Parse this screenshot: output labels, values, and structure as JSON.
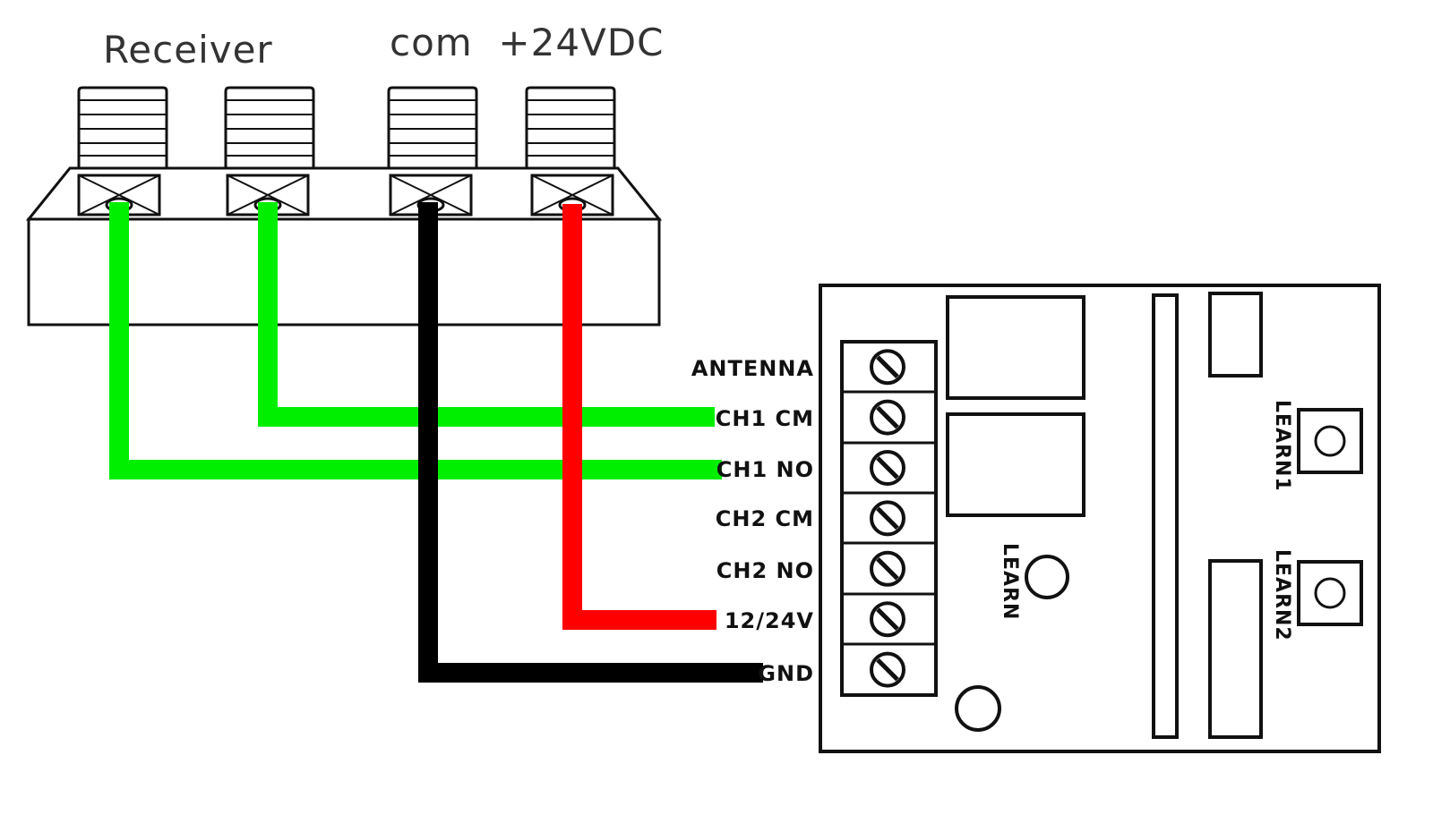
{
  "labels": {
    "receiver": "Receiver",
    "com_power": "com  +24VDC"
  },
  "board": {
    "terminals": [
      "ANTENNA",
      "CH1 CM",
      "CH1 NO",
      "CH2 CM",
      "CH2 NO",
      "12/24V",
      "GND"
    ],
    "learn": "LEARN",
    "learn1": "LEARN1",
    "learn2": "LEARN2"
  },
  "wires": [
    {
      "from": "receiver-terminal-1",
      "to": "CH1 NO",
      "color": "#00ee00"
    },
    {
      "from": "receiver-terminal-2",
      "to": "CH1 CM",
      "color": "#00ee00"
    },
    {
      "from": "receiver-terminal-com",
      "to": "GND",
      "color": "#000000"
    },
    {
      "from": "receiver-terminal-24vdc",
      "to": "12/24V",
      "color": "#ff0000"
    }
  ]
}
